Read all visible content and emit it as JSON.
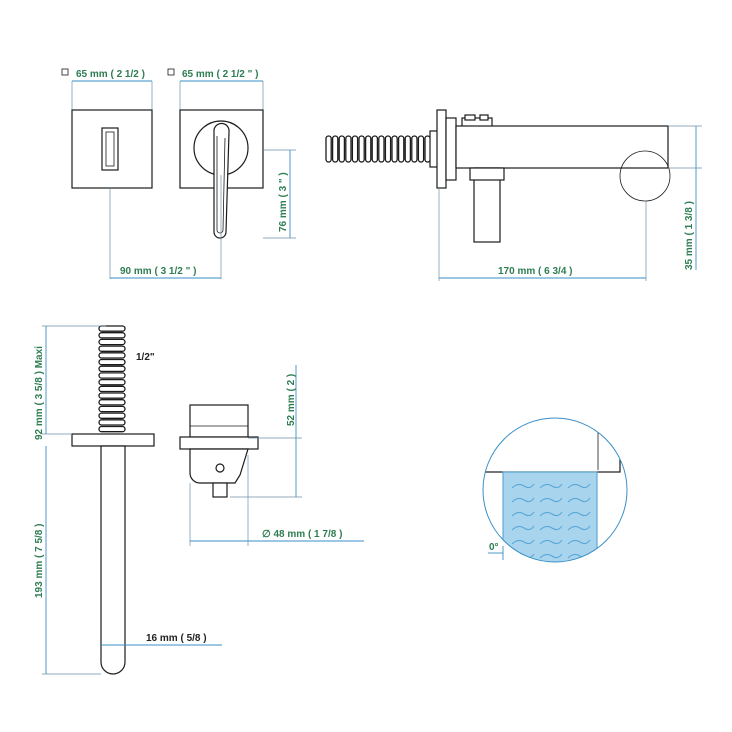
{
  "labels": {
    "plate_width": "65 mm ( 2 1/2 )",
    "plate_width_2": "65 mm ( 2 1/2 \" )",
    "centers": "90 mm ( 3 1/2 \" )",
    "plate_height": "76 mm ( 3 \" )",
    "spout_length": "170 mm ( 6 3/4 )",
    "spout_height": "35 mm ( 1 3/8 )",
    "max_depth": "92 mm ( 3 5/8 ) Maxi",
    "thread": "1/2\"",
    "spout_drop": "193 mm ( 7 5/8 )",
    "spout_dia": "16 mm ( 5/8 )",
    "handle_height": "52 mm ( 2 )",
    "handle_dia": "∅ 48 mm ( 1 7/8 )",
    "angle": "0°"
  },
  "colors": {
    "dimension_text": "#2e7d52",
    "dimension_line": "#3a8fc7",
    "outline": "#1b1b1b",
    "water_fill": "#a9d4ee"
  }
}
